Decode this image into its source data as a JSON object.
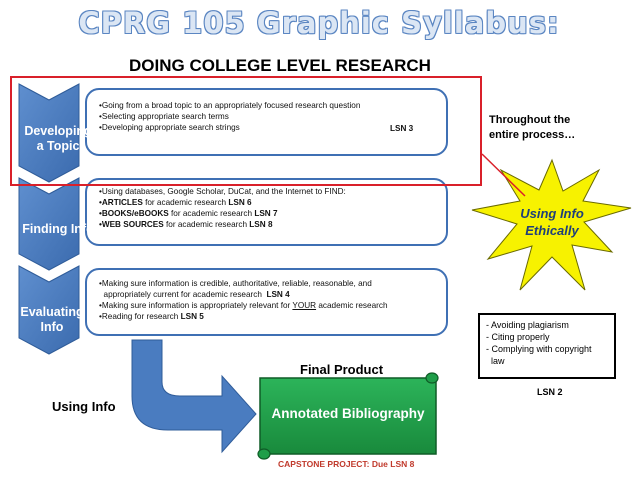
{
  "title": "CPRG 105 Graphic Syllabus:",
  "subtitle": "DOING COLLEGE LEVEL RESEARCH",
  "colors": {
    "chevron_blue": "#4a7cc0",
    "box_border": "#3f70b4",
    "highlight_red": "#d9202a",
    "star_yellow": "#f7f200",
    "scroll_green": "#1f9e49",
    "capstone_red": "#c0392b"
  },
  "steps": [
    {
      "label_line1": "Developing",
      "label_line2": "a Topic",
      "bullets": [
        "•Going from a broad topic to an appropriately focused research question",
        "•Selecting appropriate search terms",
        "•Developing appropriate search strings"
      ],
      "lesson": "LSN 3"
    },
    {
      "label_line1": "Finding Info",
      "label_line2": "",
      "intro": "•Using databases, Google Scholar, DuCat, and the Internet to FIND:",
      "items": [
        {
          "bold": "•ARTICLES",
          "text": " for academic research  ",
          "lesson": "LSN 6"
        },
        {
          "bold": "•BOOKS/eBOOKS",
          "text": " for academic research  ",
          "lesson": "LSN 7"
        },
        {
          "bold": "•WEB SOURCES",
          "text": " for academic research  ",
          "lesson": "LSN 8"
        }
      ]
    },
    {
      "label_line1": "Evaluating",
      "label_line2": "Info",
      "line1": "•Making sure information is credible, authoritative, reliable, reasonable, and",
      "line2": "  appropriately current for academic research  ",
      "line2_lesson": "LSN 4",
      "line3_pre": "•Making sure information is appropriately relevant for ",
      "line3_your": "YOUR",
      "line3_post": " academic research",
      "line4": "•Reading for research  ",
      "line4_lesson": "LSN 5"
    }
  ],
  "throughout": "Throughout the entire process…",
  "star": {
    "line1": "Using Info",
    "line2": "Ethically"
  },
  "ethics": [
    "- Avoiding plagiarism",
    "- Citing properly",
    "- Complying with copyright",
    "  law"
  ],
  "ethics_lesson": "LSN 2",
  "final_product": "Final Product",
  "using_info": "Using Info",
  "scroll_label": "Annotated Bibliography",
  "capstone": "CAPSTONE PROJECT: Due LSN 8"
}
